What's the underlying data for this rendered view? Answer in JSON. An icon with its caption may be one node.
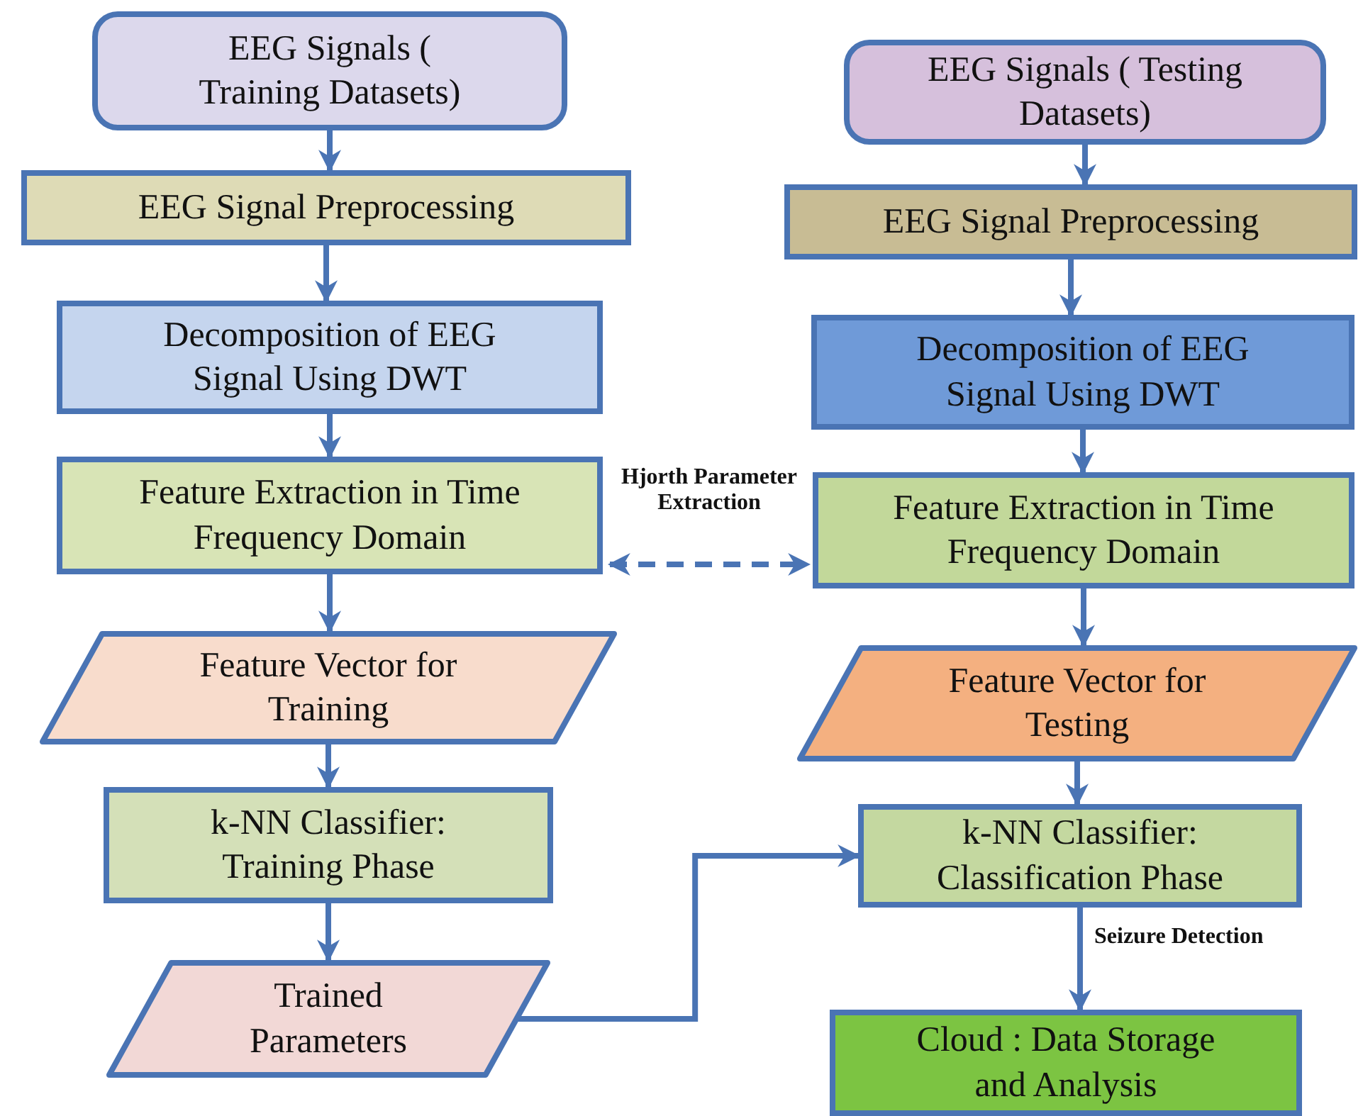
{
  "diagram": {
    "nodes": [
      {
        "text": [
          "EEG Signals ( Training Datasets)"
        ]
      },
      {
        "text": [
          "EEG Signal Preprocessing"
        ]
      },
      {
        "text": [
          "Decomposition of EEG Signal Using DWT"
        ]
      },
      {
        "text": [
          "Feature Extraction in Time Frequency Domain"
        ]
      },
      {
        "text": [
          "Feature Vector for Training"
        ]
      },
      {
        "text": [
          "k-NN Classifier: Training Phase"
        ]
      },
      {
        "text": [
          "Trained Parameters"
        ]
      },
      {
        "text": [
          "EEG Signals ( Testing Datasets)"
        ]
      },
      {
        "text": [
          "EEG Signal Preprocessing"
        ]
      },
      {
        "text": [
          "Decomposition of EEG Signal Using DWT"
        ]
      },
      {
        "text": [
          "Feature Extraction in Time Frequency Domain"
        ]
      },
      {
        "text": [
          "Feature Vector for Testing"
        ]
      },
      {
        "text": [
          "k-NN Classifier: Classification Phase"
        ]
      },
      {
        "text": [
          "Cloud : Data Storage and Analysis"
        ]
      }
    ],
    "edges": [
      {
        "from": 0,
        "to": 1,
        "arrow": "to"
      },
      {
        "from": 1,
        "to": 2,
        "arrow": "to"
      },
      {
        "from": 2,
        "to": 3,
        "arrow": "to"
      },
      {
        "from": 3,
        "to": 4,
        "arrow": "to"
      },
      {
        "from": 4,
        "to": 5,
        "arrow": "to"
      },
      {
        "from": 5,
        "to": 6,
        "arrow": "to"
      },
      {
        "from": 7,
        "to": 8,
        "arrow": "to"
      },
      {
        "from": 8,
        "to": 9,
        "arrow": "to"
      },
      {
        "from": 9,
        "to": 10,
        "arrow": "to"
      },
      {
        "from": 10,
        "to": 11,
        "arrow": "to"
      },
      {
        "from": 11,
        "to": 12,
        "arrow": "to"
      },
      {
        "from": 12,
        "to": 13,
        "label": "Seizure Detection",
        "arrow": "to"
      },
      {
        "from": 6,
        "to": 12,
        "arrow": "to"
      },
      {
        "from": 3,
        "to": 10,
        "label": "Hjorth Parameter Extraction",
        "arrow": "both",
        "style": "dashed"
      }
    ]
  }
}
